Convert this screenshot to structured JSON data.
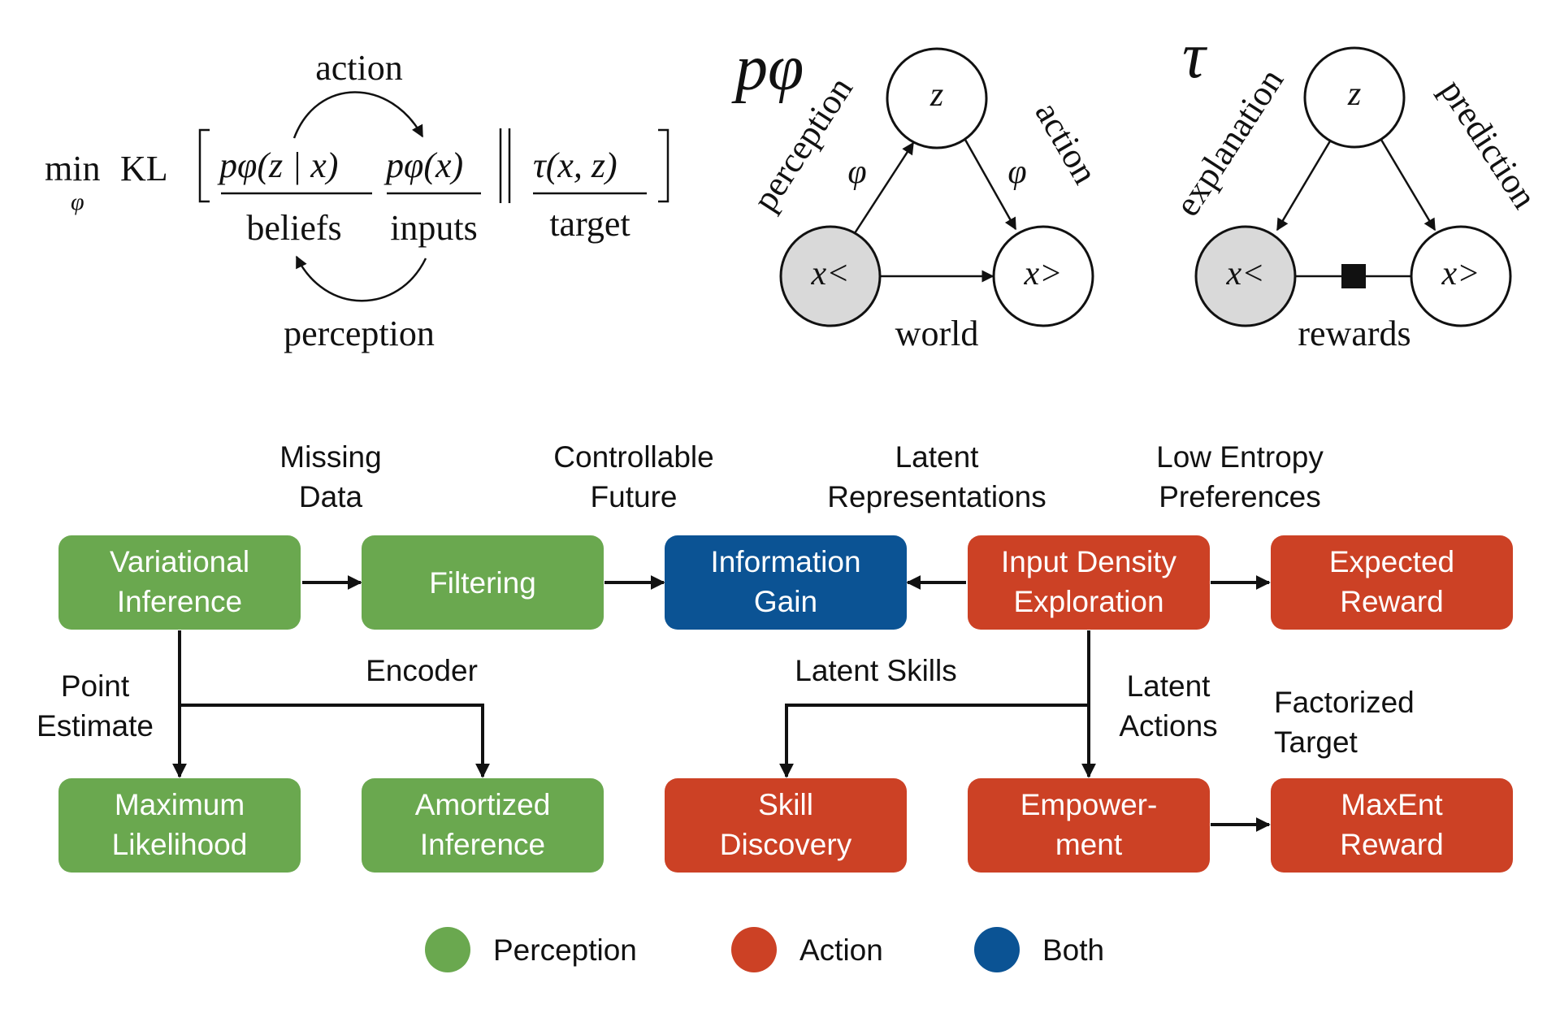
{
  "colors": {
    "perception": "#6aa84f",
    "action": "#cc4125",
    "both": "#0b5394",
    "observed_node": "#d9d9d9",
    "latent_node": "#ffffff"
  },
  "objective": {
    "min_label": "min",
    "min_sub": "φ",
    "kl_label": "KL",
    "beliefs_math": "pφ(z | x)",
    "inputs_math": "pφ(x)",
    "target_math": "τ(x, z)",
    "beliefs_label": "beliefs",
    "inputs_label": "inputs",
    "target_label": "target",
    "action_arrow_label": "action",
    "perception_arrow_label": "perception"
  },
  "graph_p": {
    "symbol": "pφ",
    "z": "z",
    "x_past": "x<",
    "x_future": "x>",
    "left_edge_label": "perception",
    "left_edge_param": "φ",
    "right_edge_label": "action",
    "right_edge_param": "φ",
    "bottom_edge_label": "world"
  },
  "graph_tau": {
    "symbol": "τ",
    "z": "z",
    "x_past": "x<",
    "x_future": "x>",
    "left_edge_label": "explanation",
    "right_edge_label": "prediction",
    "bottom_edge_label": "rewards"
  },
  "flow": {
    "boxes": {
      "variational_inference": [
        "Variational",
        "Inference"
      ],
      "filtering": [
        "Filtering"
      ],
      "information_gain": [
        "Information",
        "Gain"
      ],
      "input_density_exploration": [
        "Input Density",
        "Exploration"
      ],
      "expected_reward": [
        "Expected",
        "Reward"
      ],
      "maximum_likelihood": [
        "Maximum",
        "Likelihood"
      ],
      "amortized_inference": [
        "Amortized",
        "Inference"
      ],
      "skill_discovery": [
        "Skill",
        "Discovery"
      ],
      "empowerment": [
        "Empower-",
        "ment"
      ],
      "maxent_reward": [
        "MaxEnt",
        "Reward"
      ]
    },
    "edge_labels": {
      "missing_data": [
        "Missing",
        "Data"
      ],
      "controllable_future": [
        "Controllable",
        "Future"
      ],
      "latent_representations": [
        "Latent",
        "Representations"
      ],
      "low_entropy_preferences": [
        "Low Entropy",
        "Preferences"
      ],
      "point_estimate": [
        "Point",
        "Estimate"
      ],
      "encoder": [
        "Encoder"
      ],
      "latent_skills": [
        "Latent Skills"
      ],
      "latent_actions": [
        "Latent",
        "Actions"
      ],
      "factorized_target": [
        "Factorized",
        "Target"
      ]
    }
  },
  "legend": {
    "perception": "Perception",
    "action": "Action",
    "both": "Both"
  }
}
